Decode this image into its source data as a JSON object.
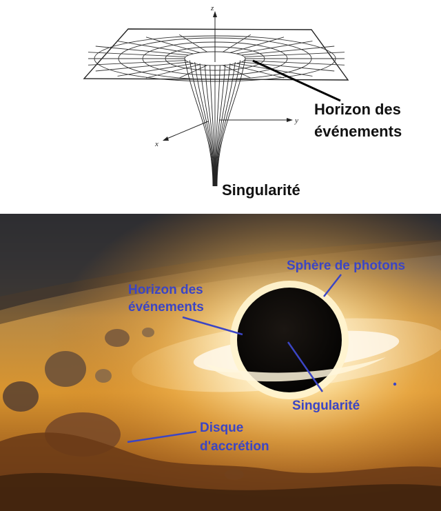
{
  "top_diagram": {
    "axes": {
      "z": "z",
      "y": "y",
      "x": "x"
    },
    "labels": {
      "horizon_line1": "Horizon des",
      "horizon_line2": "événements",
      "singularity": "Singularité"
    }
  },
  "photo": {
    "labels": {
      "photon_sphere": "Sphère de photons",
      "horizon_line1": "Horizon des",
      "horizon_line2": "événements",
      "singularity": "Singularité",
      "disk_line1": "Disque",
      "disk_line2": "d'accrétion"
    },
    "colors": {
      "label": "#3b45c4",
      "leader": "#3b45c4"
    }
  }
}
